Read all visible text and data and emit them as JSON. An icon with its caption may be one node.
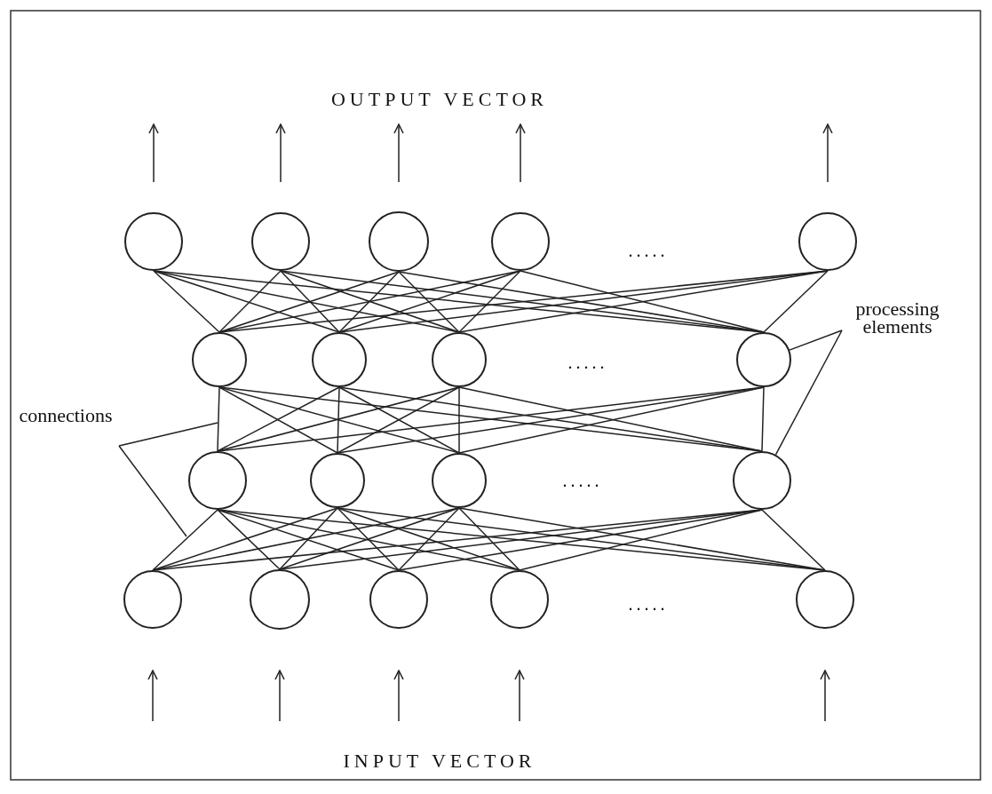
{
  "diagram": {
    "nodes": [
      {
        "text": [],
        "shape": "circle"
      },
      {
        "text": [],
        "shape": "circle"
      },
      {
        "text": [],
        "shape": "circle"
      },
      {
        "text": [],
        "shape": "circle"
      },
      {
        "text": [],
        "shape": "circle"
      },
      {
        "text": [],
        "shape": "circle"
      },
      {
        "text": [],
        "shape": "circle"
      },
      {
        "text": [],
        "shape": "circle"
      },
      {
        "text": [],
        "shape": "circle"
      },
      {
        "text": [],
        "shape": "circle"
      },
      {
        "text": [],
        "shape": "circle"
      },
      {
        "text": [],
        "shape": "circle"
      },
      {
        "text": [],
        "shape": "circle"
      },
      {
        "text": [],
        "shape": "circle"
      },
      {
        "text": [],
        "shape": "circle"
      },
      {
        "text": [],
        "shape": "circle"
      },
      {
        "text": [],
        "shape": "circle"
      },
      {
        "text": [],
        "shape": "circle"
      },
      {
        "text": [
          "processing elements"
        ]
      },
      {
        "text": [
          "connections"
        ]
      }
    ],
    "edges": [
      {
        "from": 13,
        "to": 9,
        "arrow": "none"
      },
      {
        "from": 13,
        "to": 10,
        "arrow": "none"
      },
      {
        "from": 13,
        "to": 11,
        "arrow": "none"
      },
      {
        "from": 13,
        "to": 12,
        "arrow": "none"
      },
      {
        "from": 14,
        "to": 9,
        "arrow": "none"
      },
      {
        "from": 14,
        "to": 10,
        "arrow": "none"
      },
      {
        "from": 14,
        "to": 11,
        "arrow": "none"
      },
      {
        "from": 14,
        "to": 12,
        "arrow": "none"
      },
      {
        "from": 15,
        "to": 9,
        "arrow": "none"
      },
      {
        "from": 15,
        "to": 10,
        "arrow": "none"
      },
      {
        "from": 15,
        "to": 11,
        "arrow": "none"
      },
      {
        "from": 15,
        "to": 12,
        "arrow": "none"
      },
      {
        "from": 16,
        "to": 9,
        "arrow": "none"
      },
      {
        "from": 16,
        "to": 10,
        "arrow": "none"
      },
      {
        "from": 16,
        "to": 11,
        "arrow": "none"
      },
      {
        "from": 16,
        "to": 12,
        "arrow": "none"
      },
      {
        "from": 17,
        "to": 9,
        "arrow": "none"
      },
      {
        "from": 17,
        "to": 10,
        "arrow": "none"
      },
      {
        "from": 17,
        "to": 11,
        "arrow": "none"
      },
      {
        "from": 17,
        "to": 12,
        "arrow": "none"
      },
      {
        "from": 9,
        "to": 5,
        "arrow": "none"
      },
      {
        "from": 9,
        "to": 6,
        "arrow": "none"
      },
      {
        "from": 9,
        "to": 7,
        "arrow": "none"
      },
      {
        "from": 9,
        "to": 8,
        "arrow": "none"
      },
      {
        "from": 10,
        "to": 5,
        "arrow": "none"
      },
      {
        "from": 10,
        "to": 6,
        "arrow": "none"
      },
      {
        "from": 10,
        "to": 7,
        "arrow": "none"
      },
      {
        "from": 10,
        "to": 8,
        "arrow": "none"
      },
      {
        "from": 11,
        "to": 5,
        "arrow": "none"
      },
      {
        "from": 11,
        "to": 6,
        "arrow": "none"
      },
      {
        "from": 11,
        "to": 7,
        "arrow": "none"
      },
      {
        "from": 11,
        "to": 8,
        "arrow": "none"
      },
      {
        "from": 12,
        "to": 5,
        "arrow": "none"
      },
      {
        "from": 12,
        "to": 6,
        "arrow": "none"
      },
      {
        "from": 12,
        "to": 7,
        "arrow": "none"
      },
      {
        "from": 12,
        "to": 8,
        "arrow": "none"
      },
      {
        "from": 5,
        "to": 0,
        "arrow": "none"
      },
      {
        "from": 5,
        "to": 1,
        "arrow": "none"
      },
      {
        "from": 5,
        "to": 2,
        "arrow": "none"
      },
      {
        "from": 5,
        "to": 3,
        "arrow": "none"
      },
      {
        "from": 5,
        "to": 4,
        "arrow": "none"
      },
      {
        "from": 6,
        "to": 0,
        "arrow": "none"
      },
      {
        "from": 6,
        "to": 1,
        "arrow": "none"
      },
      {
        "from": 6,
        "to": 2,
        "arrow": "none"
      },
      {
        "from": 6,
        "to": 3,
        "arrow": "none"
      },
      {
        "from": 6,
        "to": 4,
        "arrow": "none"
      },
      {
        "from": 7,
        "to": 0,
        "arrow": "none"
      },
      {
        "from": 7,
        "to": 1,
        "arrow": "none"
      },
      {
        "from": 7,
        "to": 2,
        "arrow": "none"
      },
      {
        "from": 7,
        "to": 3,
        "arrow": "none"
      },
      {
        "from": 7,
        "to": 4,
        "arrow": "none"
      },
      {
        "from": 8,
        "to": 0,
        "arrow": "none"
      },
      {
        "from": 8,
        "to": 1,
        "arrow": "none"
      },
      {
        "from": 8,
        "to": 2,
        "arrow": "none"
      },
      {
        "from": 8,
        "to": 3,
        "arrow": "none"
      },
      {
        "from": 8,
        "to": 4,
        "arrow": "none"
      },
      {
        "from": 18,
        "to": 8,
        "arrow": "none"
      },
      {
        "from": 18,
        "to": 12,
        "arrow": "none"
      },
      {
        "from": 19,
        "to": null,
        "arrow": "none"
      },
      {
        "from": 19,
        "to": null,
        "arrow": "none"
      }
    ],
    "labels": [
      "OUTPUT VECTOR",
      ".....",
      ".....",
      ".....",
      ".....",
      "INPUT VECTOR"
    ]
  }
}
